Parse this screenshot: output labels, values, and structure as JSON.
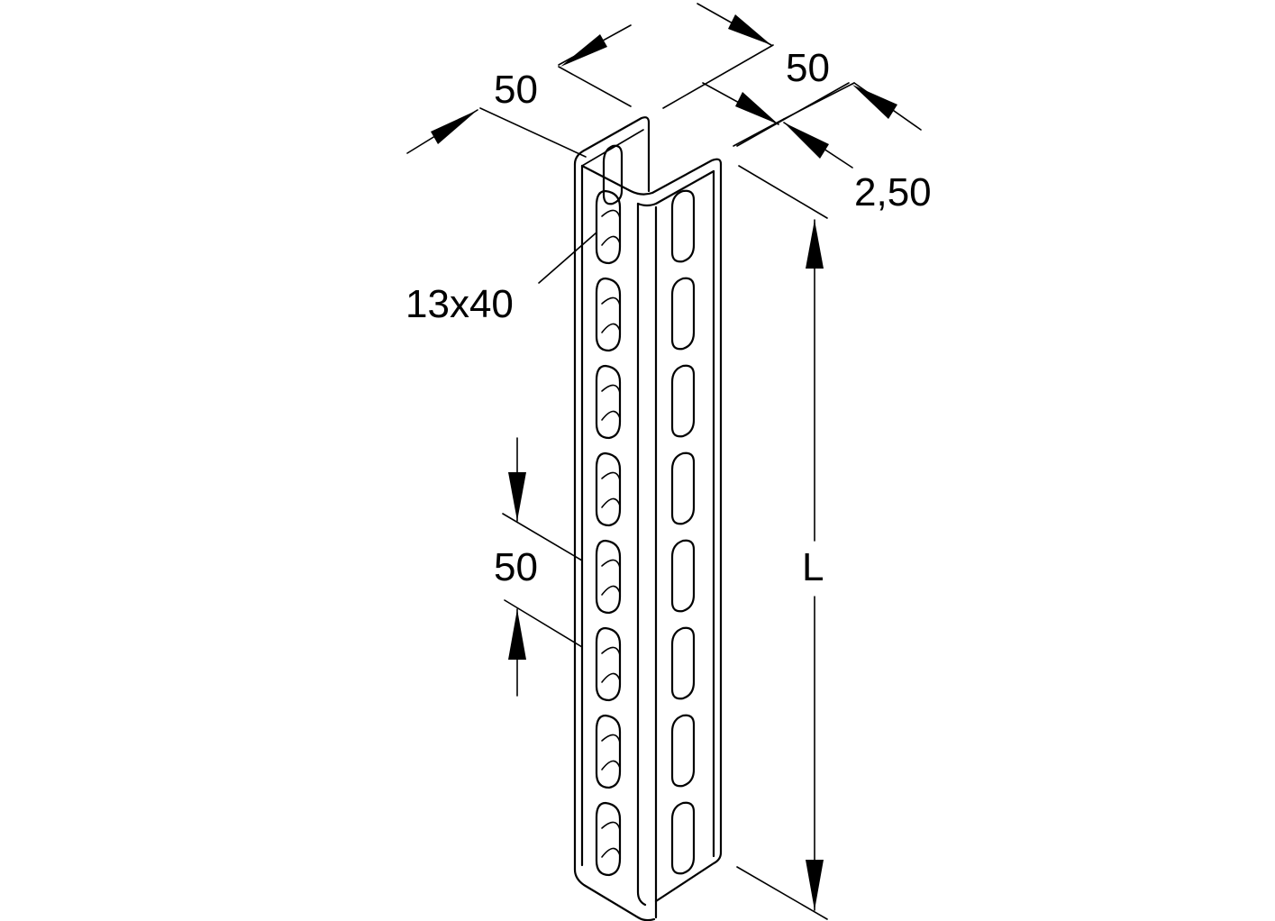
{
  "drawing": {
    "labels": {
      "width_left": "50",
      "width_right": "50",
      "thickness": "2,50",
      "slot_size": "13x40",
      "slot_pitch": "50",
      "length": "L"
    },
    "colors": {
      "line": "#000000",
      "background": "#ffffff"
    },
    "slot_count_per_face": 8
  }
}
